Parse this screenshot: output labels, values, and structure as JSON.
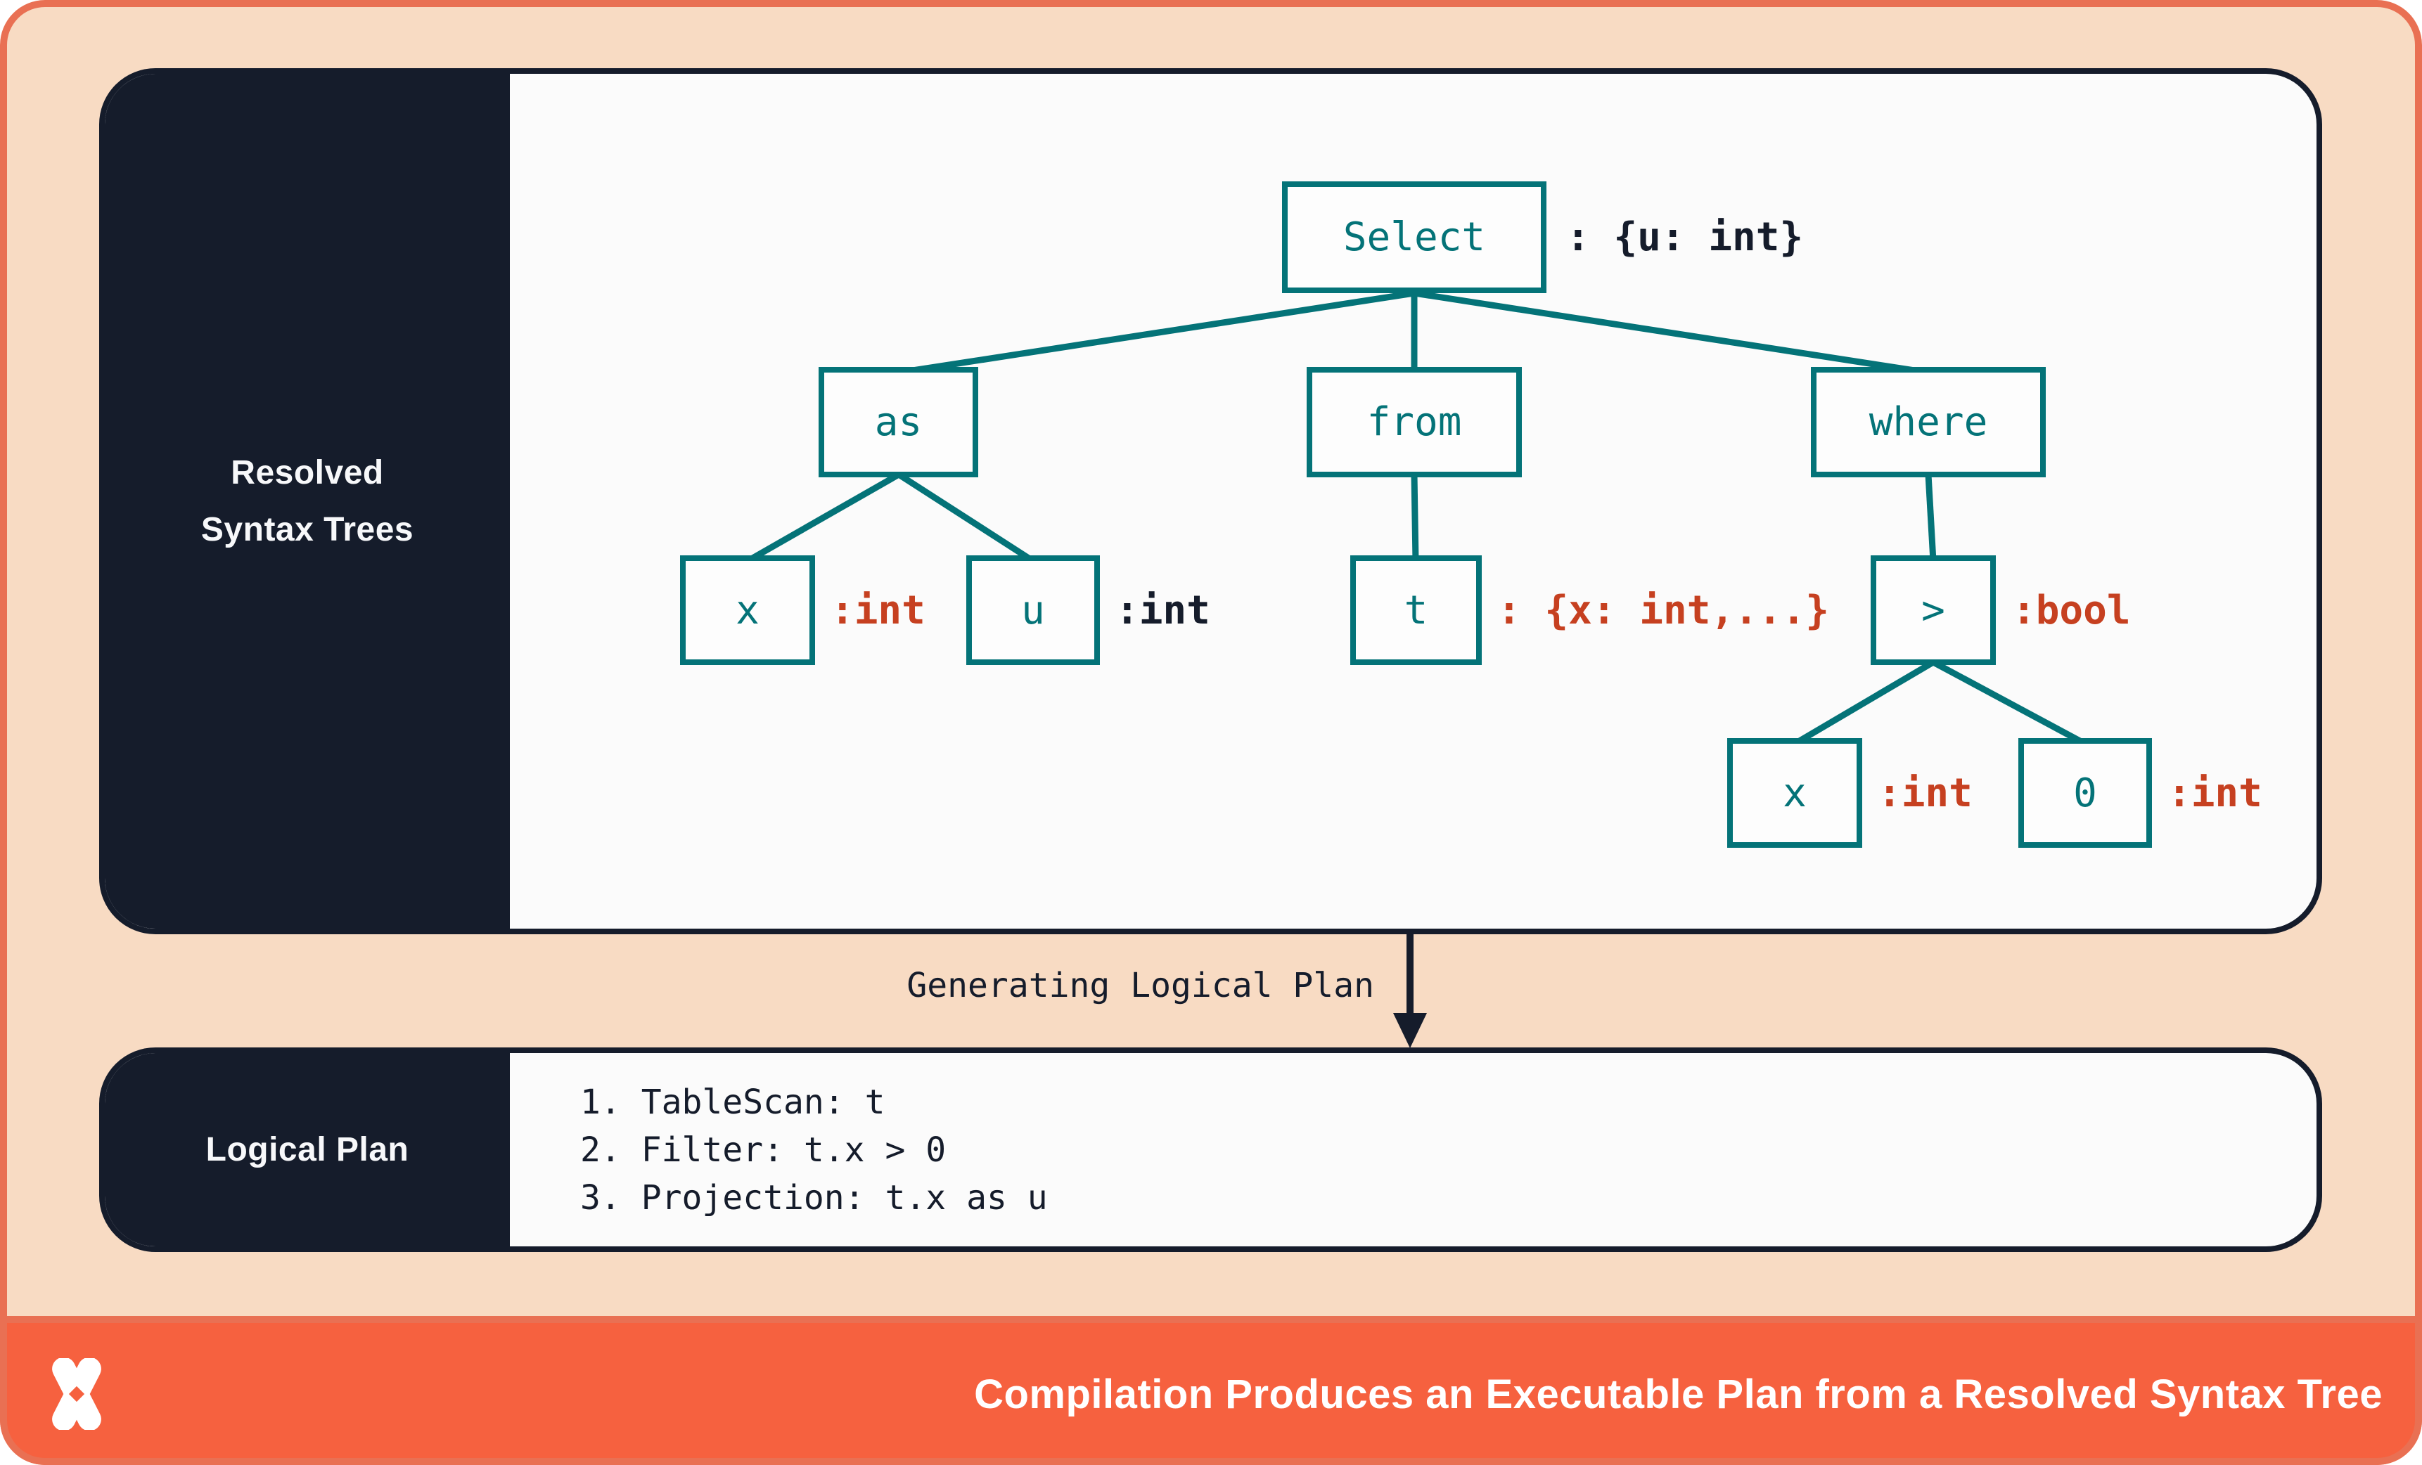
{
  "rst": {
    "title_line1": "Resolved",
    "title_line2": "Syntax Trees",
    "nodes": {
      "select": {
        "label": "Select",
        "type": ": {u: int}"
      },
      "as": {
        "label": "as"
      },
      "from": {
        "label": "from"
      },
      "where": {
        "label": "where"
      },
      "x1": {
        "label": "x",
        "type": ":int"
      },
      "u": {
        "label": "u",
        "type": ":int"
      },
      "t": {
        "label": "t",
        "type": ": {x: int,...}"
      },
      "gt": {
        "label": ">",
        "type": ":bool"
      },
      "x2": {
        "label": "x",
        "type": ":int"
      },
      "zero": {
        "label": "0",
        "type": ":int"
      }
    }
  },
  "transition": {
    "label": "Generating Logical Plan"
  },
  "logical": {
    "title": "Logical Plan",
    "steps": [
      "1. TableScan: t",
      "2. Filter: t.x > 0",
      "3. Projection: t.x as u"
    ]
  },
  "footer": {
    "title": "Compilation Produces an Executable Plan from a Resolved Syntax Tree"
  },
  "colors": {
    "peach_background": "#f8dbc3",
    "frame_orange": "#e97053",
    "footer_orange": "#f6613f",
    "navy": "#151c2b",
    "teal": "#047378",
    "annotation_red": "#c64020",
    "panel_white": "#fbfbfb"
  }
}
